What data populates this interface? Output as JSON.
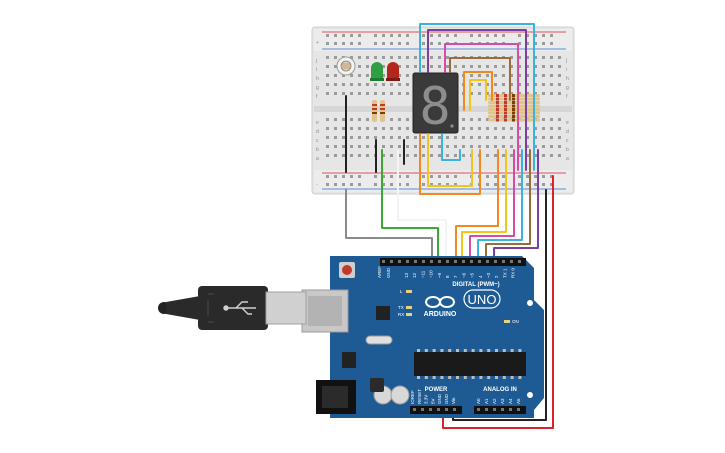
{
  "board": {
    "brand": "ARDUINO",
    "model": "UNO",
    "digital_header": "DIGITAL (PWM~)",
    "power_header": "POWER",
    "analog_header": "ANALOG IN",
    "led_l": "L",
    "led_tx": "TX",
    "led_rx": "RX",
    "led_on": "ON",
    "aref": "AREF",
    "gnd": "GND",
    "top_pins": [
      "13",
      "12",
      "~11",
      "~10",
      "~9",
      "8",
      "7",
      "~6",
      "~5",
      "4",
      "~3",
      "2",
      "TX 1",
      "RX 0"
    ],
    "power_pins": [
      "IOREF",
      "RESET",
      "3.3V",
      "5V",
      "GND",
      "GND",
      "Vin"
    ],
    "analog_pins": [
      "A0",
      "A1",
      "A2",
      "A3",
      "A4",
      "A5"
    ]
  },
  "breadboard": {
    "row_letters_top": [
      "j",
      "i",
      "h",
      "g",
      "f"
    ],
    "row_letters_bottom": [
      "e",
      "d",
      "c",
      "b",
      "a"
    ],
    "rail_plus": "+",
    "rail_minus": "-"
  },
  "display": {
    "digit": "8"
  },
  "colors": {
    "board_blue": "#1e5b94",
    "wire_cyan": "#39b4e0",
    "wire_purple": "#7a3fa0",
    "wire_pink": "#d84aa8",
    "wire_brown": "#9b6b3b",
    "wire_orange": "#f08a1c",
    "wire_yellow": "#f2c51a",
    "wire_green": "#3aaa35",
    "wire_gray": "#8a8a8a",
    "wire_red": "#d8232a",
    "wire_black": "#222222",
    "led_green": "#2ea043",
    "led_red": "#b3261e"
  }
}
